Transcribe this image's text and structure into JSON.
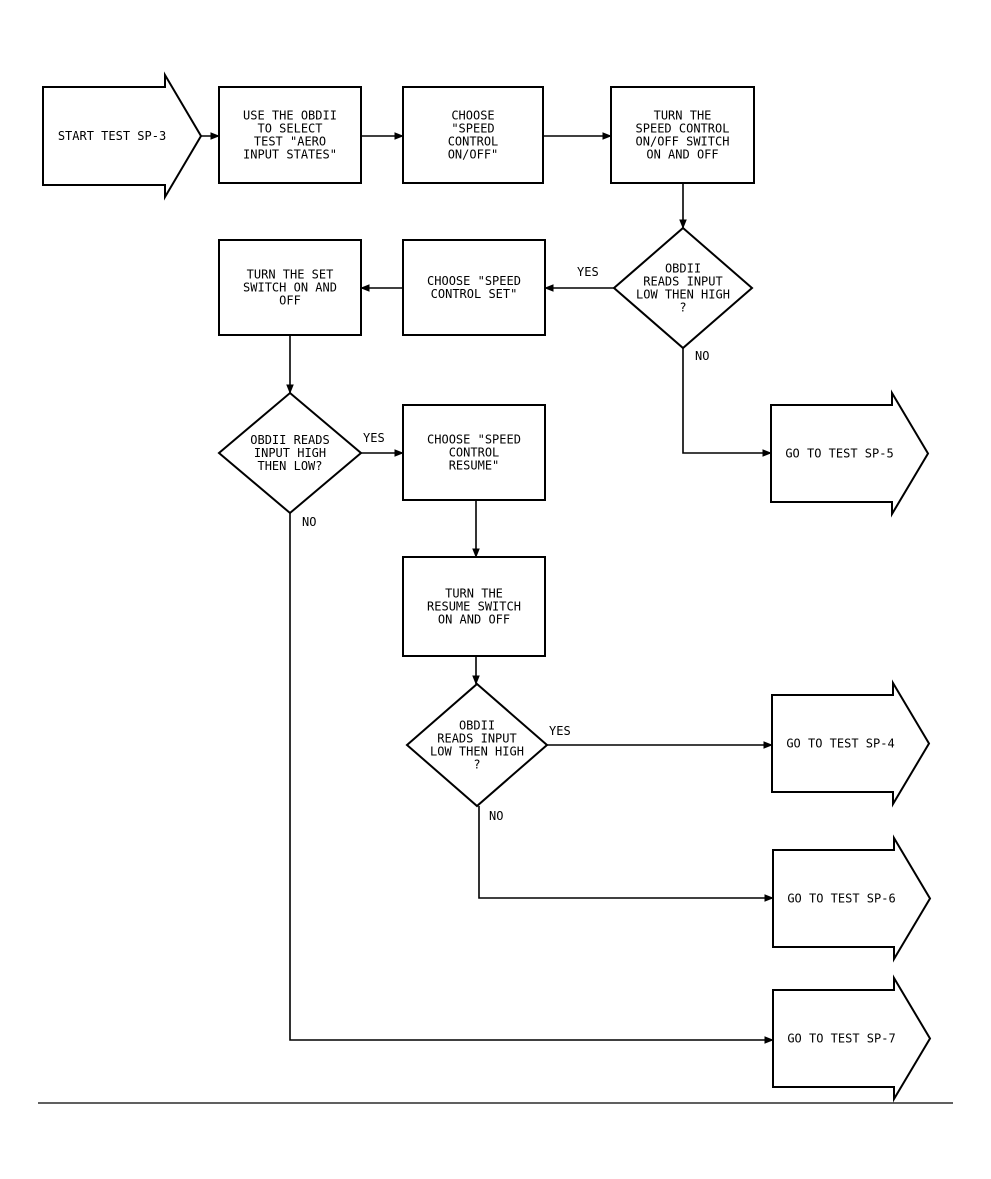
{
  "diagram": {
    "nodes": {
      "start": {
        "shape": "arrow",
        "lines": [
          "START TEST SP-3"
        ]
      },
      "use_obd": {
        "shape": "box",
        "lines": [
          "USE THE OBDII",
          "TO SELECT",
          "TEST \"AERO",
          "INPUT STATES\""
        ]
      },
      "choose_onoff": {
        "shape": "box",
        "lines": [
          "CHOOSE",
          "\"SPEED",
          "CONTROL",
          "ON/OFF\""
        ]
      },
      "turn_onoff": {
        "shape": "box",
        "lines": [
          "TURN THE",
          "SPEED CONTROL",
          "ON/OFF SWITCH",
          "ON AND OFF"
        ]
      },
      "dec1": {
        "shape": "diamond",
        "lines": [
          "OBDII",
          "READS INPUT",
          "LOW THEN HIGH",
          "?"
        ]
      },
      "choose_set": {
        "shape": "box",
        "lines": [
          "CHOOSE \"SPEED",
          "CONTROL SET\""
        ]
      },
      "turn_set": {
        "shape": "box",
        "lines": [
          "TURN THE SET",
          "SWITCH ON AND",
          "OFF"
        ]
      },
      "dec2": {
        "shape": "diamond",
        "lines": [
          "OBDII READS",
          "INPUT HIGH",
          "THEN LOW?"
        ]
      },
      "choose_resume": {
        "shape": "box",
        "lines": [
          "CHOOSE \"SPEED",
          "CONTROL",
          "RESUME\""
        ]
      },
      "turn_resume": {
        "shape": "box",
        "lines": [
          "TURN THE",
          "RESUME SWITCH",
          "ON AND OFF"
        ]
      },
      "dec3": {
        "shape": "diamond",
        "lines": [
          "OBDII",
          "READS INPUT",
          "LOW THEN HIGH",
          "?"
        ]
      },
      "sp5": {
        "shape": "arrow",
        "lines": [
          "GO TO TEST SP-5"
        ]
      },
      "sp4": {
        "shape": "arrow",
        "lines": [
          "GO TO TEST SP-4"
        ]
      },
      "sp6": {
        "shape": "arrow",
        "lines": [
          "GO TO TEST SP-6"
        ]
      },
      "sp7": {
        "shape": "arrow",
        "lines": [
          "GO TO TEST SP-7"
        ]
      }
    },
    "edges": [
      {
        "from": "start",
        "to": "use_obd",
        "label": ""
      },
      {
        "from": "use_obd",
        "to": "choose_onoff",
        "label": ""
      },
      {
        "from": "choose_onoff",
        "to": "turn_onoff",
        "label": ""
      },
      {
        "from": "turn_onoff",
        "to": "dec1",
        "label": ""
      },
      {
        "from": "dec1",
        "to": "choose_set",
        "label": "YES"
      },
      {
        "from": "dec1",
        "to": "sp5",
        "label": "NO"
      },
      {
        "from": "choose_set",
        "to": "turn_set",
        "label": ""
      },
      {
        "from": "turn_set",
        "to": "dec2",
        "label": ""
      },
      {
        "from": "dec2",
        "to": "choose_resume",
        "label": "YES"
      },
      {
        "from": "dec2",
        "to": "sp7",
        "label": "NO"
      },
      {
        "from": "choose_resume",
        "to": "turn_resume",
        "label": ""
      },
      {
        "from": "turn_resume",
        "to": "dec3",
        "label": ""
      },
      {
        "from": "dec3",
        "to": "sp4",
        "label": "YES"
      },
      {
        "from": "dec3",
        "to": "sp6",
        "label": "NO"
      }
    ]
  }
}
